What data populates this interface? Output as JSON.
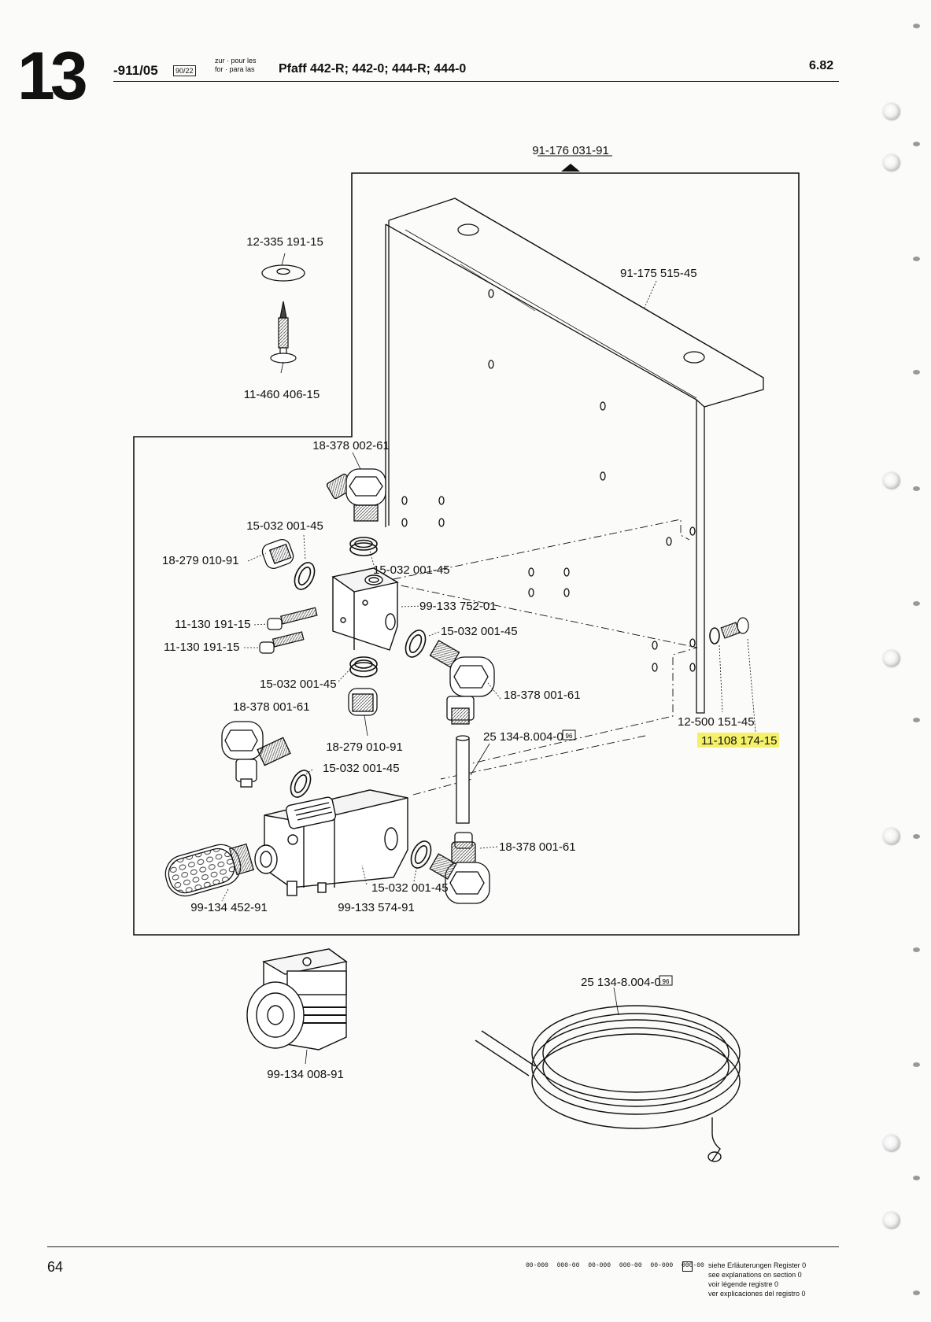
{
  "header": {
    "section_number": "13",
    "doc_code": "-911/05",
    "doc_box": "90/22",
    "for_line1": "zur · pour les",
    "for_line2": "for · para las",
    "models": "Pfaff 442-R; 442-0; 444-R; 444-0",
    "edition": "6.82"
  },
  "labels": {
    "assembly_ref": "91-176 031-91",
    "washer_top": "12-335 191-15",
    "screw_wood": "11-460 406-15",
    "plate": "91-175 515-45",
    "elbow_top": "18-378 002-61",
    "seal_a": "15-032 001-45",
    "plug_a": "18-279 010-91",
    "seal_b": "15-032 001-45",
    "block": "99-133 752-01",
    "seal_c": "15-032 001-45",
    "screw_a": "11-130 191-15",
    "screw_b": "11-130 191-15",
    "seal_d": "15-032 001-45",
    "elbow_right": "18-378 001-61",
    "elbow_left": "18-378 001-61",
    "tube_short": "25 134-8.004-0",
    "plug_b": "18-279 010-91",
    "seal_e": "15-032 001-45",
    "washer_right": "12-500 151-45",
    "screw_right": "11-108 174-15",
    "elbow_bottom": "18-378 001-61",
    "seal_f": "15-032 001-45",
    "silencer": "99-134 452-91",
    "valve": "99-133 574-91",
    "coil_plug": "99-134 008-91",
    "tube_coil": "25 134-8.004-0",
    "box_96": "96"
  },
  "footer": {
    "page_number": "64",
    "legend_codes": "00-000 000-00   00-000 000-00   00-000 000-00",
    "legend_line1": "siehe Erläuterungen Register 0",
    "legend_line2": "see explanations on section 0",
    "legend_line3": "voir légende registre 0",
    "legend_line4": "ver explicaciones del registro 0"
  },
  "colors": {
    "highlight": "#f4f06a",
    "ink": "#111111"
  }
}
